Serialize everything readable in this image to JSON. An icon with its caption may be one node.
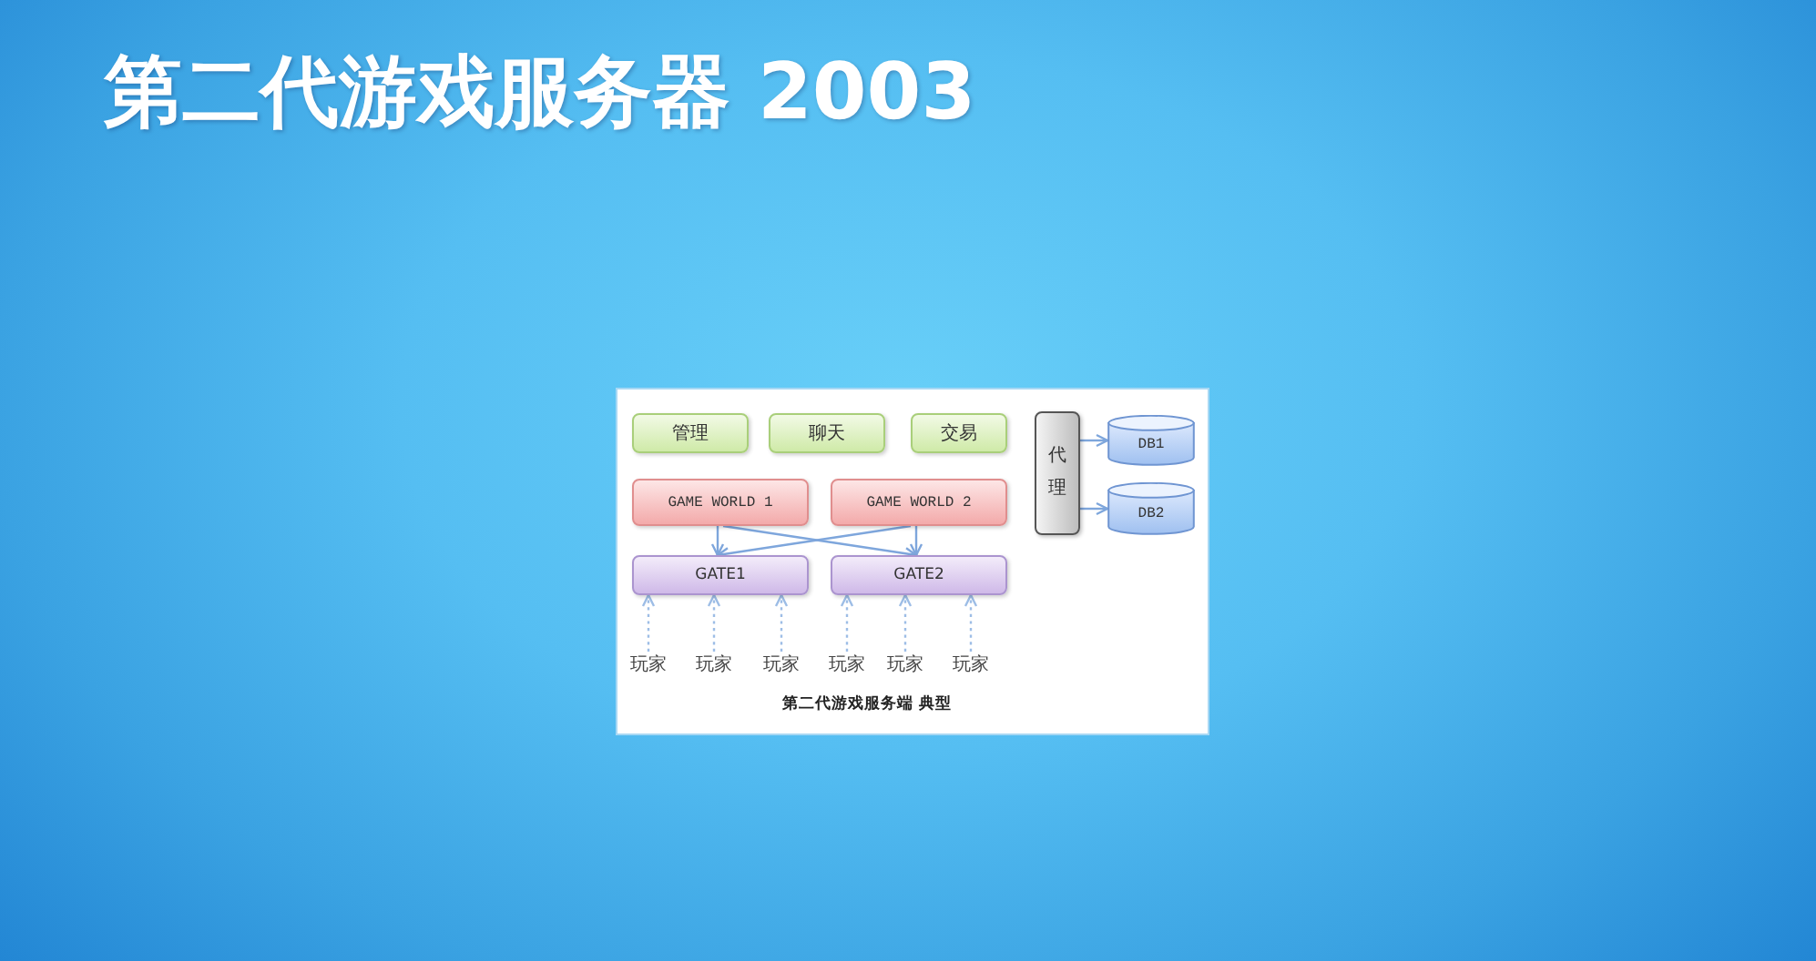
{
  "diagram": {
    "title": "第二代游戏服务器 2003",
    "caption": "第二代游戏服务端 典型",
    "nodes": [
      {
        "text": [
          "管理"
        ]
      },
      {
        "text": [
          "聊天"
        ]
      },
      {
        "text": [
          "交易"
        ]
      },
      {
        "text": [
          "代理"
        ]
      },
      {
        "text": [
          "DB1"
        ]
      },
      {
        "text": [
          "GAME WORLD 1"
        ]
      },
      {
        "text": [
          "GAME WORLD 2"
        ]
      },
      {
        "text": [
          "DB2"
        ]
      },
      {
        "text": [
          "GATE1"
        ]
      },
      {
        "text": [
          "GATE2"
        ]
      },
      {
        "text": [
          "玩家"
        ]
      },
      {
        "text": [
          "玩家"
        ]
      },
      {
        "text": [
          "玩家"
        ]
      },
      {
        "text": [
          "玩家"
        ]
      },
      {
        "text": [
          "玩家"
        ]
      },
      {
        "text": [
          "玩家"
        ]
      }
    ],
    "edges": [
      {
        "from": 3,
        "to": 4,
        "arrow": "to"
      },
      {
        "from": 3,
        "to": 7,
        "arrow": "to"
      },
      {
        "from": 5,
        "to": 8,
        "arrow": "to"
      },
      {
        "from": 5,
        "to": 9,
        "arrow": "to"
      },
      {
        "from": 6,
        "to": 8,
        "arrow": "to"
      },
      {
        "from": 6,
        "to": 9,
        "arrow": "to"
      },
      {
        "from": 10,
        "to": 8,
        "arrow": "to",
        "style": "dashed"
      },
      {
        "from": 11,
        "to": 8,
        "arrow": "to",
        "style": "dashed"
      },
      {
        "from": 12,
        "to": 8,
        "arrow": "to",
        "style": "dashed"
      },
      {
        "from": 13,
        "to": 9,
        "arrow": "to",
        "style": "dashed"
      },
      {
        "from": 14,
        "to": 9,
        "arrow": "to",
        "style": "dashed"
      },
      {
        "from": 15,
        "to": 9,
        "arrow": "to",
        "style": "dashed"
      }
    ]
  }
}
